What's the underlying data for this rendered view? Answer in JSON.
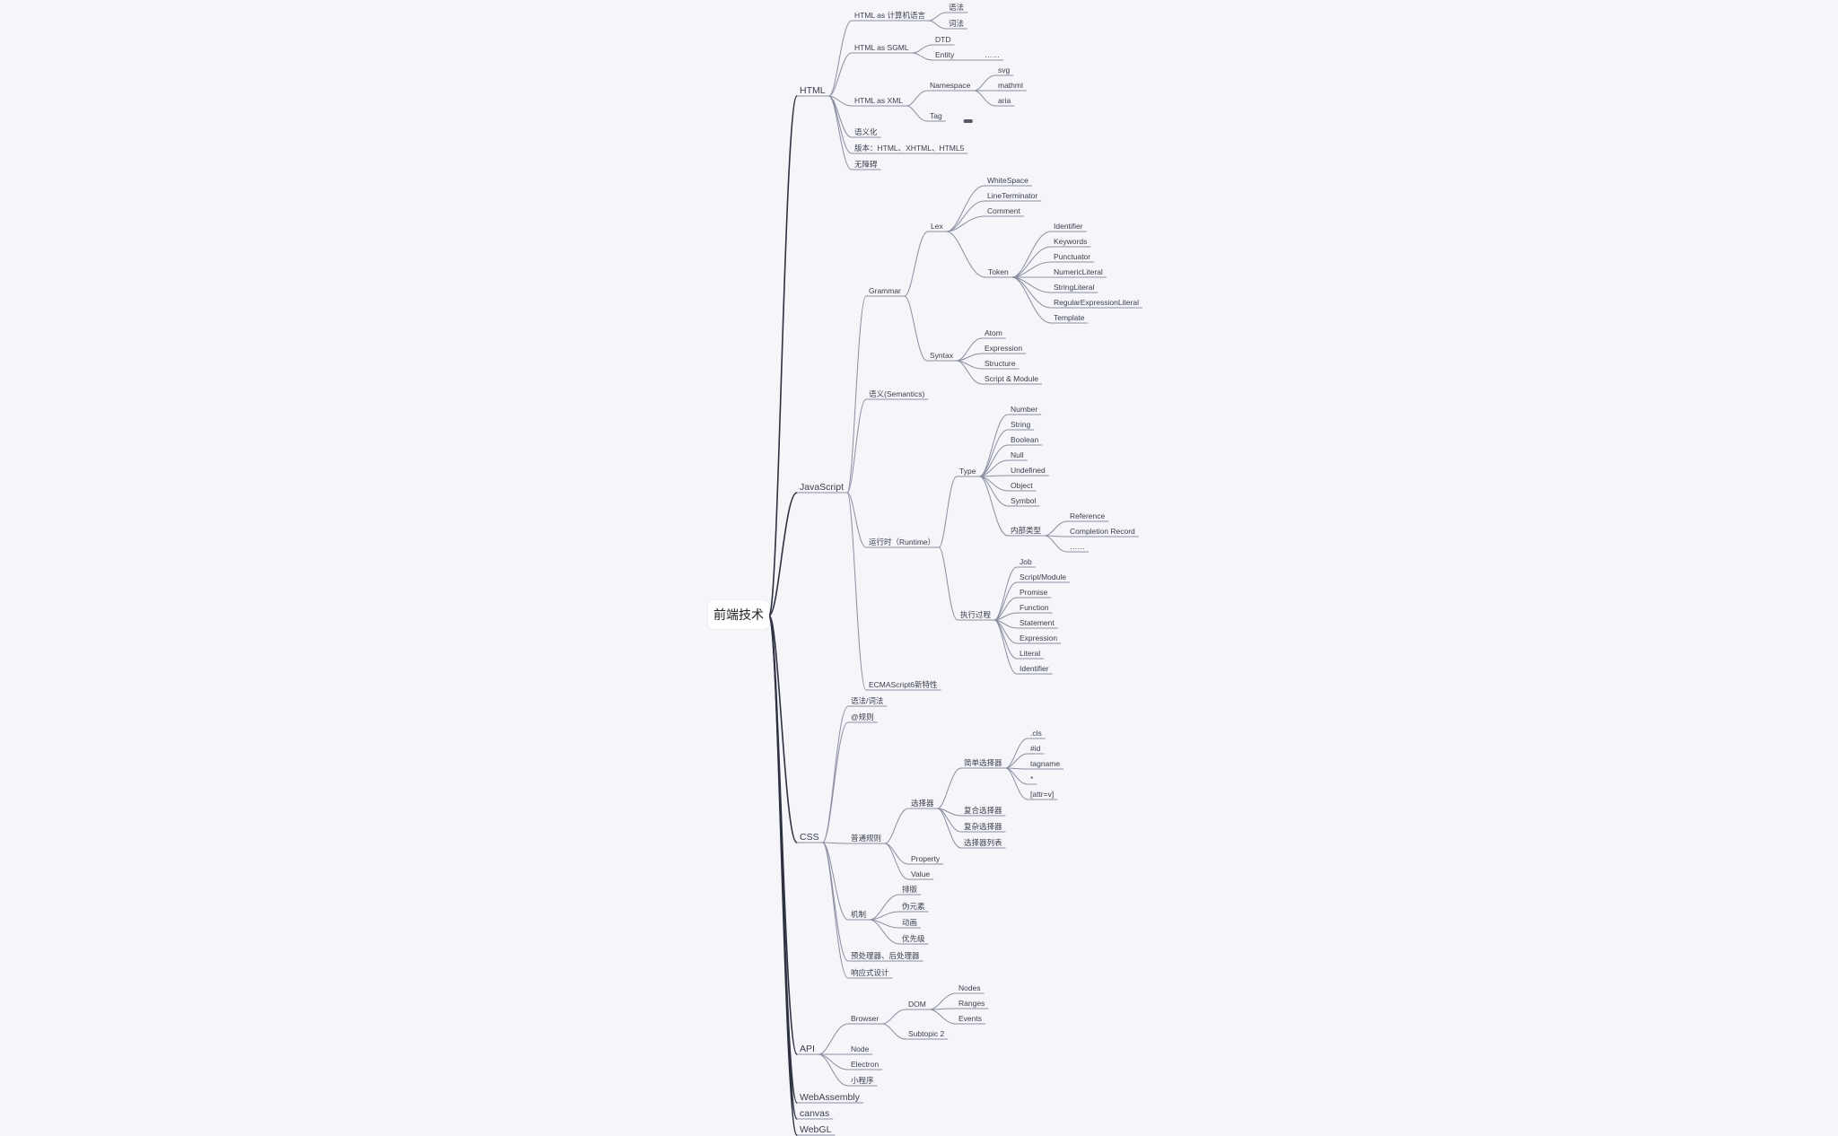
{
  "root": "前端技术",
  "nodes": [
    {
      "id": "html",
      "label": "HTML",
      "parent": "root"
    },
    {
      "id": "html1",
      "label": "HTML as 计算机语言",
      "parent": "html"
    },
    {
      "id": "html1a",
      "label": "语法",
      "parent": "html1"
    },
    {
      "id": "html1b",
      "label": "词法",
      "parent": "html1"
    },
    {
      "id": "html2",
      "label": "HTML as SGML",
      "parent": "html"
    },
    {
      "id": "html2a",
      "label": "DTD",
      "parent": "html2"
    },
    {
      "id": "html2b",
      "label": "Entity",
      "parent": "html2"
    },
    {
      "id": "html2b1",
      "label": "……",
      "parent": "html2b"
    },
    {
      "id": "html3",
      "label": "HTML as XML",
      "parent": "html"
    },
    {
      "id": "ns",
      "label": "Namespace",
      "parent": "html3"
    },
    {
      "id": "ns1",
      "label": "svg",
      "parent": "ns"
    },
    {
      "id": "ns2",
      "label": "mathml",
      "parent": "ns"
    },
    {
      "id": "ns3",
      "label": "aria",
      "parent": "ns"
    },
    {
      "id": "tag",
      "label": "Tag",
      "parent": "html3"
    },
    {
      "id": "html4",
      "label": "语义化",
      "parent": "html"
    },
    {
      "id": "html5",
      "label": "版本：HTML、XHTML、HTML5",
      "parent": "html"
    },
    {
      "id": "html6",
      "label": "无障碍",
      "parent": "html"
    },
    {
      "id": "js",
      "label": "JavaScript",
      "parent": "root"
    },
    {
      "id": "gram",
      "label": "Grammar",
      "parent": "js"
    },
    {
      "id": "lex",
      "label": "Lex",
      "parent": "gram"
    },
    {
      "id": "lex1",
      "label": "WhiteSpace",
      "parent": "lex"
    },
    {
      "id": "lex2",
      "label": "LineTerminator",
      "parent": "lex"
    },
    {
      "id": "lex3",
      "label": "Comment",
      "parent": "lex"
    },
    {
      "id": "tok",
      "label": "Token",
      "parent": "lex"
    },
    {
      "id": "tok1",
      "label": "Identifier",
      "parent": "tok"
    },
    {
      "id": "tok2",
      "label": "Keywords",
      "parent": "tok"
    },
    {
      "id": "tok3",
      "label": "Punctuator",
      "parent": "tok"
    },
    {
      "id": "tok4",
      "label": "NumericLiteral",
      "parent": "tok"
    },
    {
      "id": "tok5",
      "label": "StringLiteral",
      "parent": "tok"
    },
    {
      "id": "tok6",
      "label": "RegularExpressionLiteral",
      "parent": "tok"
    },
    {
      "id": "tok7",
      "label": "Template",
      "parent": "tok"
    },
    {
      "id": "syn",
      "label": "Syntax",
      "parent": "gram"
    },
    {
      "id": "syn1",
      "label": "Atom",
      "parent": "syn"
    },
    {
      "id": "syn2",
      "label": "Expression",
      "parent": "syn"
    },
    {
      "id": "syn3",
      "label": "Structure",
      "parent": "syn"
    },
    {
      "id": "syn4",
      "label": "Script & Module",
      "parent": "syn"
    },
    {
      "id": "sem",
      "label": "语义(Semantics)",
      "parent": "js"
    },
    {
      "id": "rt",
      "label": "运行时（Runtime）",
      "parent": "js"
    },
    {
      "id": "type",
      "label": "Type",
      "parent": "rt"
    },
    {
      "id": "t1",
      "label": "Number",
      "parent": "type"
    },
    {
      "id": "t2",
      "label": "String",
      "parent": "type"
    },
    {
      "id": "t3",
      "label": "Boolean",
      "parent": "type"
    },
    {
      "id": "t4",
      "label": "Null",
      "parent": "type"
    },
    {
      "id": "t5",
      "label": "Undefined",
      "parent": "type"
    },
    {
      "id": "t6",
      "label": "Object",
      "parent": "type"
    },
    {
      "id": "t7",
      "label": "Symbol",
      "parent": "type"
    },
    {
      "id": "t8",
      "label": "内部类型",
      "parent": "type"
    },
    {
      "id": "t81",
      "label": "Reference",
      "parent": "t8"
    },
    {
      "id": "t82",
      "label": "Completion Record",
      "parent": "t8"
    },
    {
      "id": "t83",
      "label": "……",
      "parent": "t8"
    },
    {
      "id": "exe",
      "label": "执行过程",
      "parent": "rt"
    },
    {
      "id": "e1",
      "label": "Job",
      "parent": "exe"
    },
    {
      "id": "e2",
      "label": "Script/Module",
      "parent": "exe"
    },
    {
      "id": "e3",
      "label": "Promise",
      "parent": "exe"
    },
    {
      "id": "e4",
      "label": "Function",
      "parent": "exe"
    },
    {
      "id": "e5",
      "label": "Statement",
      "parent": "exe"
    },
    {
      "id": "e6",
      "label": "Expression",
      "parent": "exe"
    },
    {
      "id": "e7",
      "label": "Literal",
      "parent": "exe"
    },
    {
      "id": "e8",
      "label": "Identifier",
      "parent": "exe"
    },
    {
      "id": "es6",
      "label": "ECMAScript6新特性",
      "parent": "js"
    },
    {
      "id": "css",
      "label": "CSS",
      "parent": "root"
    },
    {
      "id": "css1",
      "label": "语法/词法",
      "parent": "css"
    },
    {
      "id": "css2",
      "label": "@规则",
      "parent": "css"
    },
    {
      "id": "css3",
      "label": "普通规则",
      "parent": "css"
    },
    {
      "id": "sel",
      "label": "选择器",
      "parent": "css3"
    },
    {
      "id": "ss",
      "label": "简单选择器",
      "parent": "sel"
    },
    {
      "id": "ss1",
      "label": ".cls",
      "parent": "ss"
    },
    {
      "id": "ss2",
      "label": "#id",
      "parent": "ss"
    },
    {
      "id": "ss3",
      "label": "tagname",
      "parent": "ss"
    },
    {
      "id": "ss4",
      "label": "*",
      "parent": "ss"
    },
    {
      "id": "ss5",
      "label": "[attr=v]",
      "parent": "ss"
    },
    {
      "id": "sel2",
      "label": "复合选择器",
      "parent": "sel"
    },
    {
      "id": "sel3",
      "label": "复杂选择器",
      "parent": "sel"
    },
    {
      "id": "sel4",
      "label": "选择器列表",
      "parent": "sel"
    },
    {
      "id": "prop",
      "label": "Property",
      "parent": "css3"
    },
    {
      "id": "val",
      "label": "Value",
      "parent": "css3"
    },
    {
      "id": "css4",
      "label": "机制",
      "parent": "css"
    },
    {
      "id": "m1",
      "label": "排版",
      "parent": "css4"
    },
    {
      "id": "m2",
      "label": "伪元素",
      "parent": "css4"
    },
    {
      "id": "m3",
      "label": "动画",
      "parent": "css4"
    },
    {
      "id": "m4",
      "label": "优先级",
      "parent": "css4"
    },
    {
      "id": "css5",
      "label": "预处理器、后处理器",
      "parent": "css"
    },
    {
      "id": "css6",
      "label": "响应式设计",
      "parent": "css"
    },
    {
      "id": "api",
      "label": "API",
      "parent": "root"
    },
    {
      "id": "br",
      "label": "Browser",
      "parent": "api"
    },
    {
      "id": "dom",
      "label": "DOM",
      "parent": "br"
    },
    {
      "id": "d1",
      "label": "Nodes",
      "parent": "dom"
    },
    {
      "id": "d2",
      "label": "Ranges",
      "parent": "dom"
    },
    {
      "id": "d3",
      "label": "Events",
      "parent": "dom"
    },
    {
      "id": "sub2",
      "label": "Subtopic 2",
      "parent": "br"
    },
    {
      "id": "node",
      "label": "Node",
      "parent": "api"
    },
    {
      "id": "elec",
      "label": "Electron",
      "parent": "api"
    },
    {
      "id": "mini",
      "label": "小程序",
      "parent": "api"
    },
    {
      "id": "wasm",
      "label": "WebAssembly",
      "parent": "root"
    },
    {
      "id": "canvas",
      "label": "canvas",
      "parent": "root"
    },
    {
      "id": "webgl",
      "label": "WebGL",
      "parent": "root"
    }
  ],
  "colors": {
    "background": "#f5f5fa",
    "text": "#3a3f4b",
    "main_branch": "#2d3140",
    "sub_branch": "#8a8fa0",
    "root_box": "#ffffff"
  }
}
